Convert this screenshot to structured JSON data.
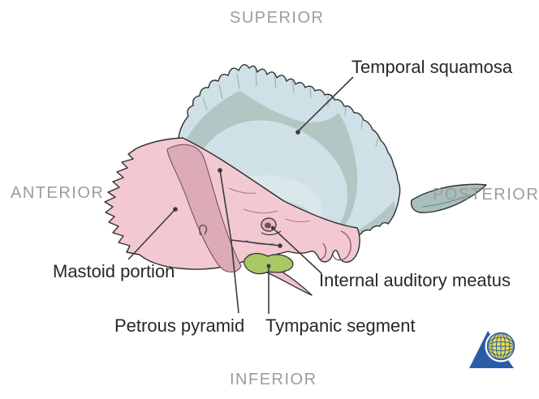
{
  "diagram": {
    "subject": "temporal-bone-lateral-view",
    "orientation": {
      "top": "SUPERIOR",
      "left": "ANTERIOR",
      "right": "POSTERIOR",
      "bottom": "INFERIOR"
    },
    "labels": {
      "temporal_squamosa": "Temporal squamosa",
      "mastoid_portion": "Mastoid portion",
      "internal_auditory_meatus": "Internal auditory meatus",
      "petrous_pyramid": "Petrous pyramid",
      "tympanic_segment": "Tympanic segment"
    },
    "colors": {
      "squamosa_light_blue": "#cfe1e7",
      "squamosa_gray_green": "#b3c6c4",
      "petrous_pink": "#f2c8d1",
      "mastoid_ridge_pink": "#dcabb7",
      "tympanic_green": "#a9c767",
      "outline_dark": "#2f2f2f",
      "orientation_text_gray": "#9c9c9c",
      "label_text_dark": "#282828",
      "logo_blue": "#2b5ca8",
      "logo_yellow": "#eedd49"
    },
    "icons": {
      "logo": "globe-triangle-logo"
    }
  }
}
